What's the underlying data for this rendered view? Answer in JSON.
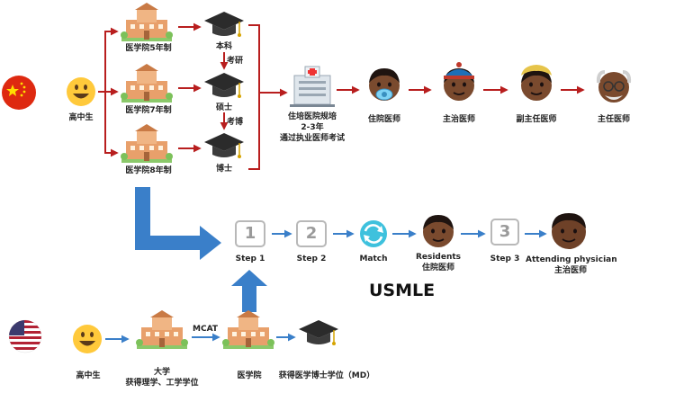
{
  "china": {
    "flag_icon": "china-flag-icon",
    "high_school": "高中生",
    "school_5yr": "医学院5年制",
    "school_7yr": "医学院7年制",
    "school_8yr": "医学院8年制",
    "degree_bachelor": "本科",
    "degree_master": "硕士",
    "degree_doctor": "博士",
    "exam_master": "考研",
    "exam_doctor": "考博",
    "residency_line1": "住培医院规培",
    "residency_line2": "2-3年",
    "residency_line3": "通过执业医师考试",
    "career": [
      "住院医师",
      "主治医师",
      "副主任医师",
      "主任医师"
    ]
  },
  "usmle": {
    "title": "USMLE",
    "step1_num": "1",
    "step2_num": "2",
    "step3_num": "3",
    "step1": "Step 1",
    "step2": "Step 2",
    "match": "Match",
    "residents_en": "Residents",
    "residents_zh": "住院医师",
    "step3": "Step 3",
    "attending_en": "Attending physician",
    "attending_zh": "主治医师"
  },
  "usa": {
    "flag_icon": "usa-flag-icon",
    "high_school": "高中生",
    "college_line1": "大学",
    "college_line2": "获得理学、工学学位",
    "mcat": "MCAT",
    "med_school": "医学院",
    "md": "获得医学博士学位（MD）"
  },
  "colors": {
    "red_arrow": "#b81e1e",
    "blue_arrow": "#3a7fc9",
    "building": "#e8a06b",
    "cap": "#2b2b2b"
  }
}
